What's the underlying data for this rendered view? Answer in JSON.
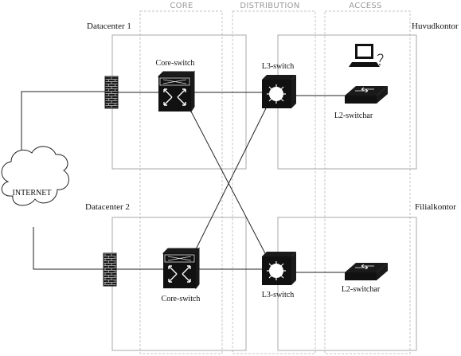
{
  "layers": {
    "core": "CORE",
    "distribution": "DISTRIBUTION",
    "access": "ACCESS"
  },
  "sites": {
    "datacenter1": "Datacenter 1",
    "datacenter2": "Datacenter 2",
    "huvudkontor": "Huvudkontor",
    "filialkontor": "Filialkontor"
  },
  "devices": {
    "core_switch_1": "Core-switch",
    "core_switch_2": "Core-switch",
    "l3_switch_1": "L3-switch",
    "l3_switch_2": "L3-switch",
    "l2_switch_1": "L2-switchar",
    "l2_switch_2": "L2-switchar",
    "internet": "INTERNET"
  },
  "icons": {
    "firewall": "firewall-icon",
    "core_switch": "core-switch-icon",
    "l3_switch": "l3-switch-icon",
    "l2_switch": "l2-switch-icon",
    "workstation": "workstation-icon",
    "cloud": "cloud-icon"
  }
}
